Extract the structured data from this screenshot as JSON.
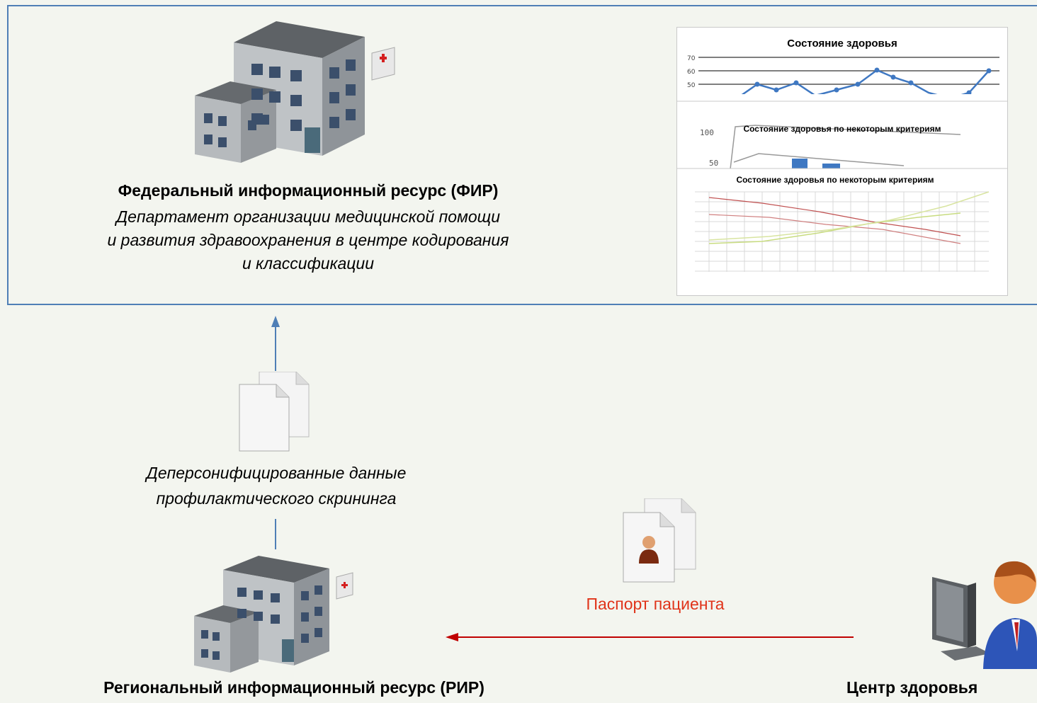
{
  "federal": {
    "title": "Федеральный информационный ресурс (ФИР)",
    "subtitle_lines": [
      "Департамент организации медицинской помощи",
      "и развития здравоохранения в центре кодирования",
      "и классификации"
    ]
  },
  "charts": {
    "chart1_title": "Состояние здоровья",
    "chart1_ticks": [
      "70",
      "60",
      "50"
    ],
    "chart2_title": "Состояние здоровья по некоторым критериям",
    "chart2_ticks": [
      "100",
      "50"
    ],
    "chart3_title": "Состояние здоровья по некоторым критериям"
  },
  "flow": {
    "depersonalized_lines": [
      "Деперсонифицированные данные",
      "профилактического скрининга"
    ],
    "passport_label": "Паспорт пациента"
  },
  "regional": {
    "title": "Региональный информационный ресурс (РИР)"
  },
  "health_center": {
    "title": "Центр здоровья"
  },
  "colors": {
    "border": "#4f7fb6",
    "up_arrow": "#4f7fb6",
    "passport_arrow": "#c00000",
    "passport_text": "#e0341a",
    "chart_line": "#3f78c2"
  }
}
